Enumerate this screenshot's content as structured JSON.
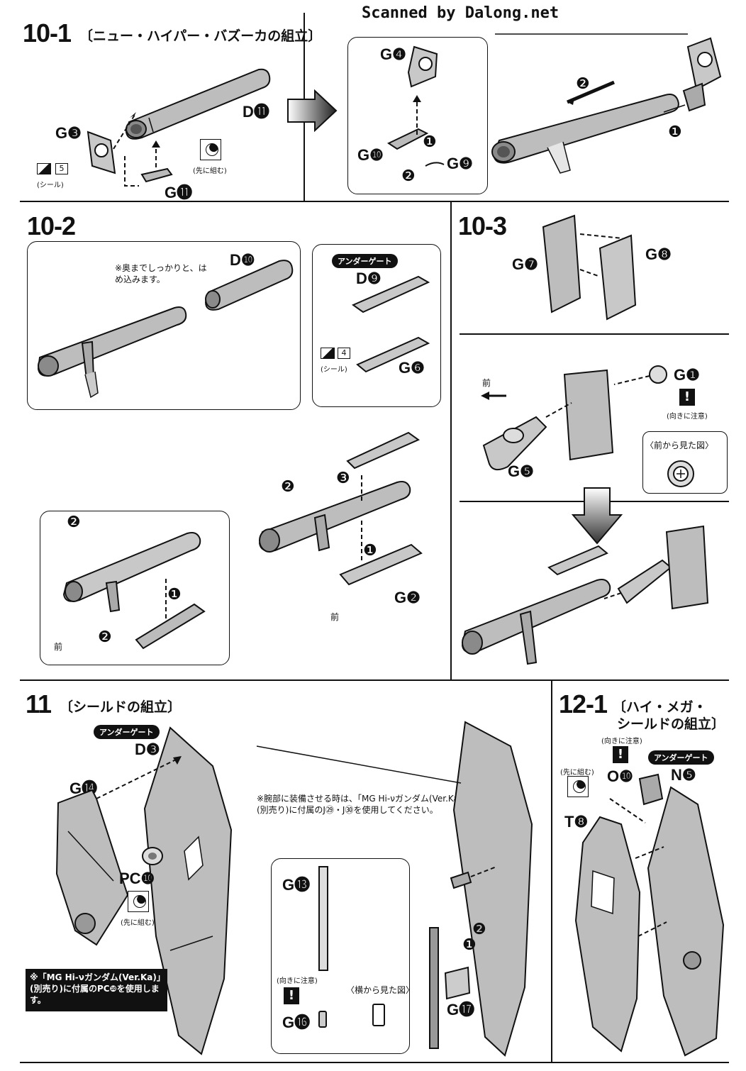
{
  "watermark": "Scanned by Dalong.net",
  "step10_1": {
    "number": "10-1",
    "title": "〔ニュー・ハイパー・バズーカの組立〕",
    "parts": {
      "g3": "G❸",
      "d11": "D⓫",
      "g11": "G⓫",
      "g4": "G❹",
      "g10": "G❿",
      "g9": "G❾"
    },
    "sticker_num": "5",
    "sticker_label": "(シール)",
    "pre_assemble": "(先に組む)"
  },
  "step10_2": {
    "number": "10-2",
    "note": "※奥までしっかりと、はめ込みます。",
    "under_gate": "アンダーゲート",
    "parts": {
      "d10": "D❿",
      "d9": "D❾",
      "g6": "G❻",
      "g2": "G❷"
    },
    "sticker_num": "4",
    "sticker_label": "(シール)",
    "front": "前"
  },
  "step10_3": {
    "number": "10-3",
    "parts": {
      "g7": "G❼",
      "g8": "G❽",
      "g1": "G❶",
      "g5": "G❺"
    },
    "orientation_note": "(向きに注意)",
    "front_view": "〈前から見た図〉",
    "front": "前"
  },
  "step11": {
    "number": "11",
    "title": "〔シールドの組立〕",
    "under_gate": "アンダーゲート",
    "parts": {
      "d3": "D❸",
      "g14": "G⓮",
      "pc10": "PC❿",
      "g13": "G⓭",
      "g16": "G⓰",
      "g17": "G⓱"
    },
    "pre_assemble": "(先に組む)",
    "note_left": "※「MG Hi-νガンダム(Ver.Ka)」(別売り)に付属のPC❿を使用します。",
    "note_arm": "※腕部に装備させる時は、「MG Hi-νガンダム(Ver.Ka)」(別売り)に付属のJ㉙・J㉚を使用してください。",
    "orientation_note": "(向きに注意)",
    "side_view": "〈横から見た図〉"
  },
  "step12_1": {
    "number": "12-1",
    "title_line1": "〔ハイ・メガ・",
    "title_line2": "シールドの組立〕",
    "orientation_note": "(向きに注意)",
    "under_gate": "アンダーゲート",
    "pre_assemble": "(先に組む)",
    "parts": {
      "o10": "O❿",
      "n5": "N❺",
      "t8": "T❽"
    }
  },
  "step_markers": [
    "❶",
    "❷",
    "❸"
  ]
}
